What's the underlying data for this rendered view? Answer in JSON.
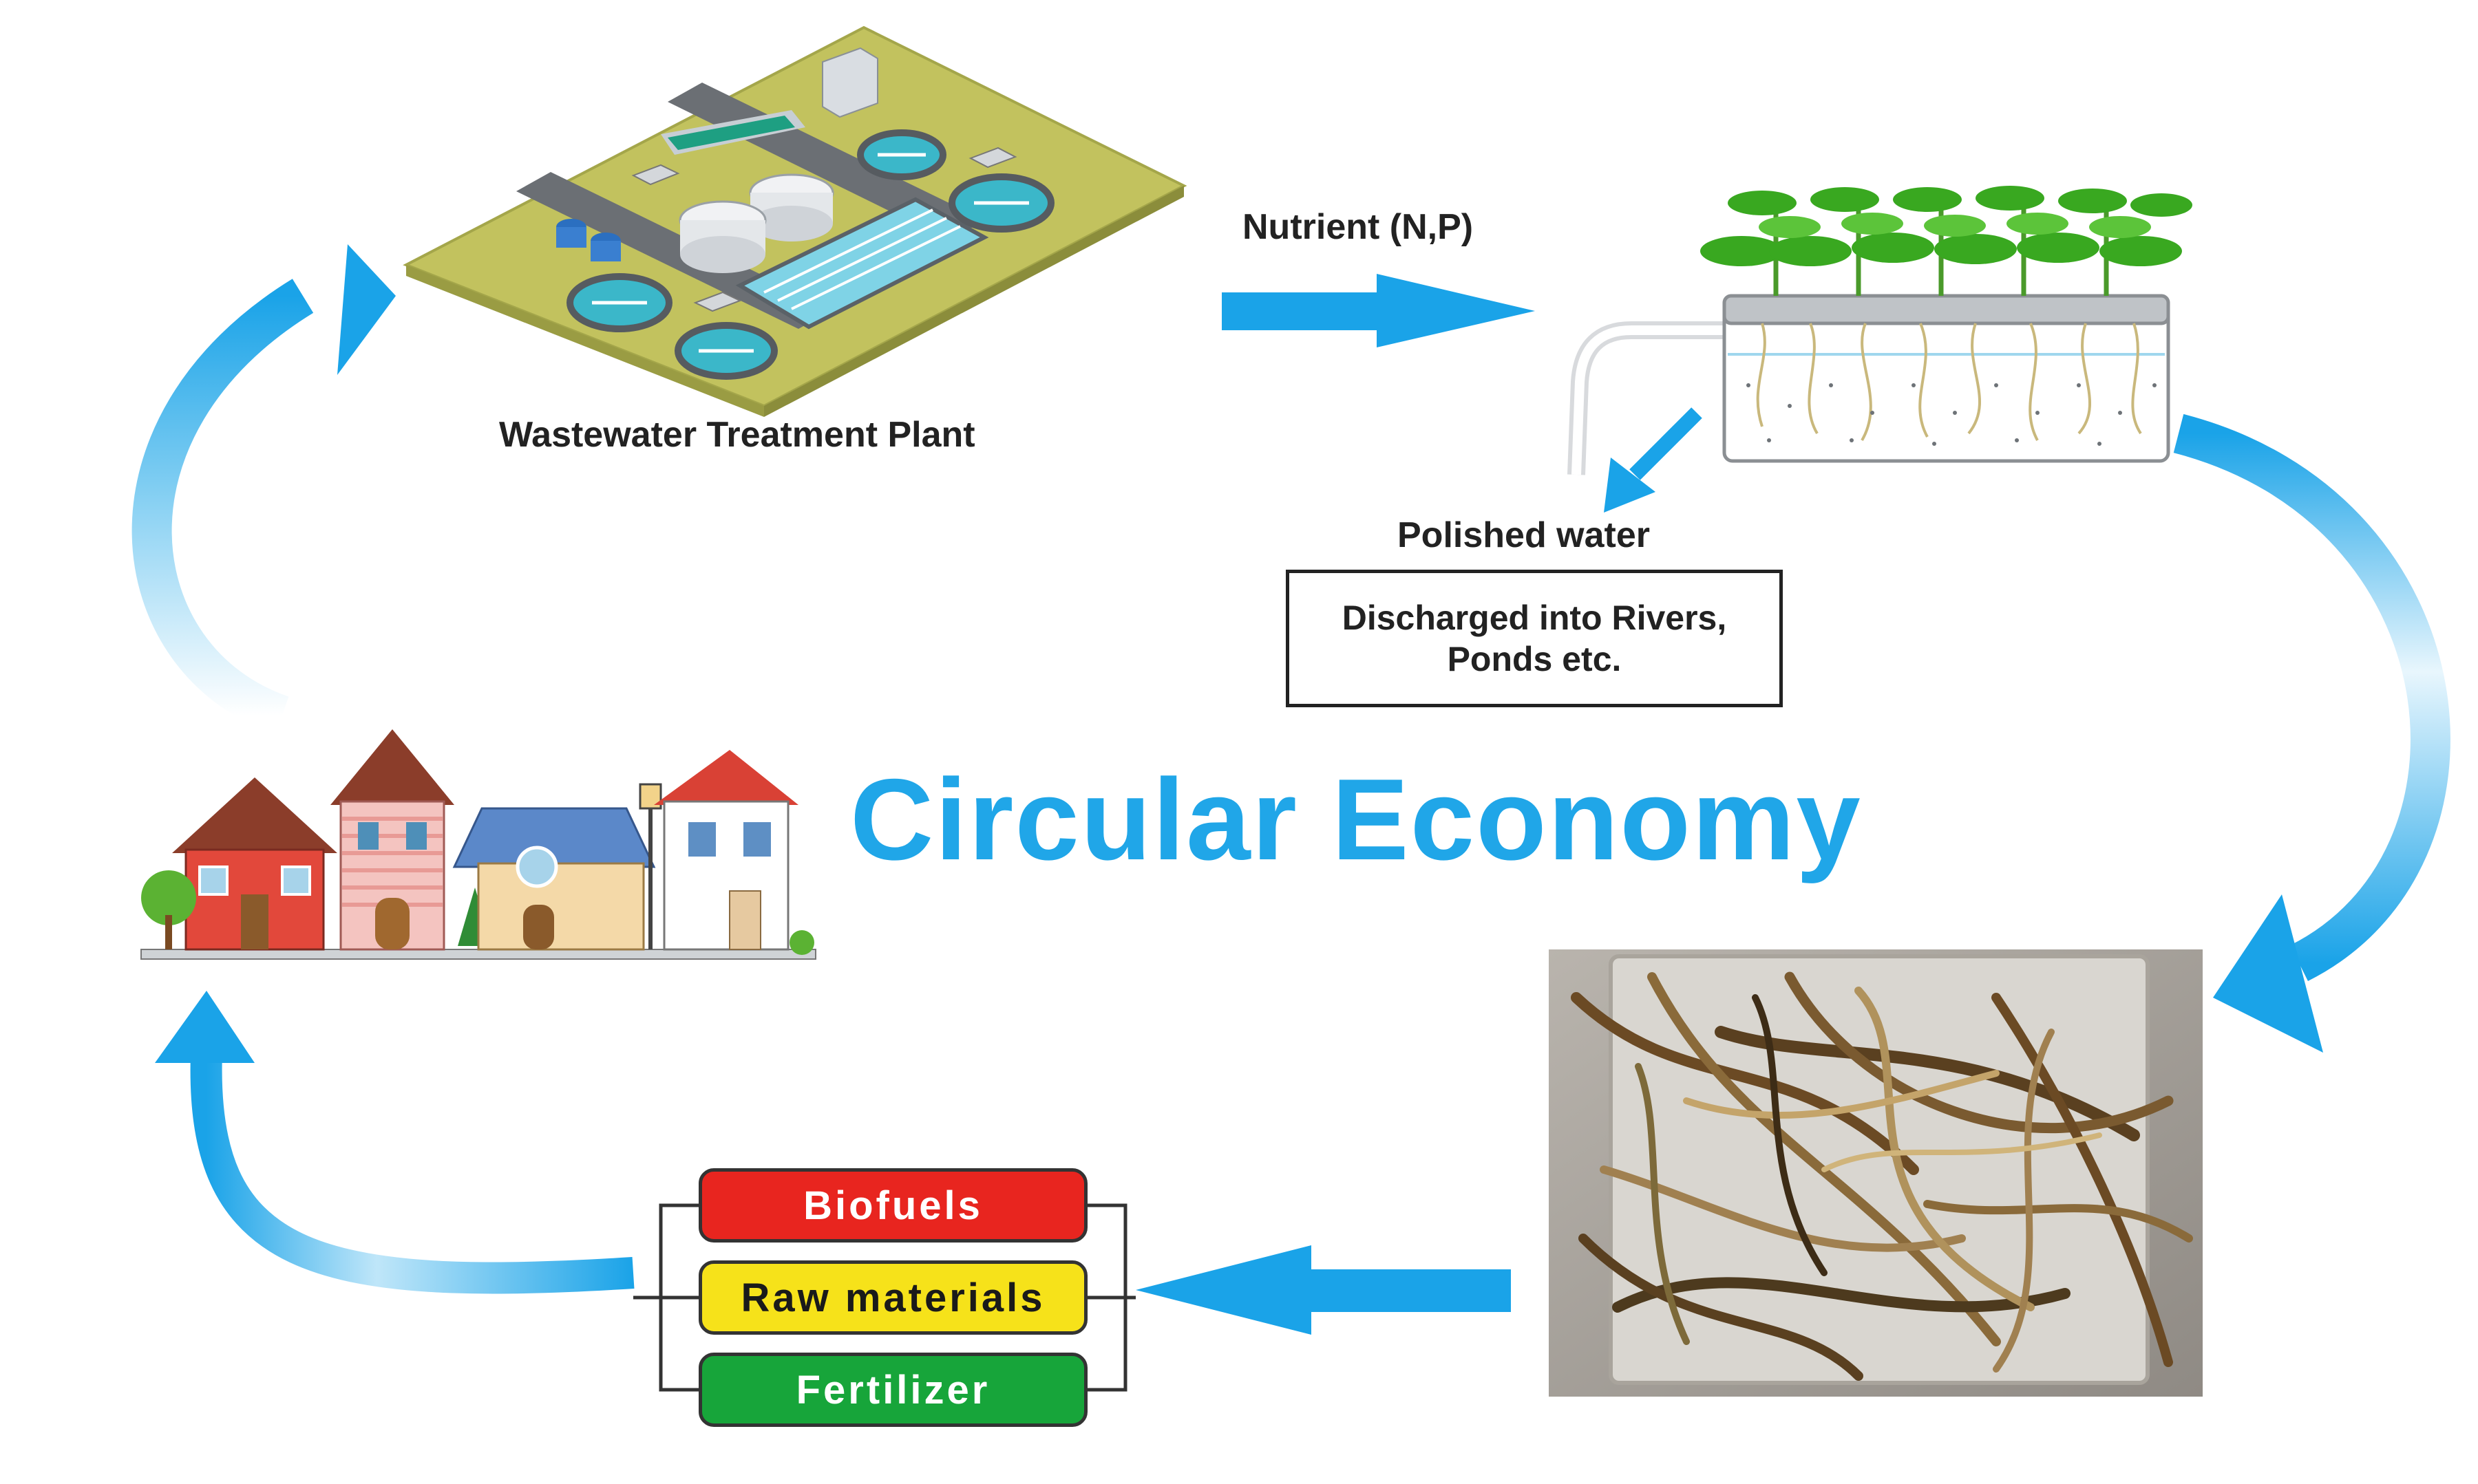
{
  "title": "Circular Economy",
  "nodes": {
    "plant_label": "Wastewater Treatment Plant",
    "nutrient_label": "Nutrient (N,P)",
    "polished_label": "Polished water",
    "discharge_line1": "Discharged into Rivers,",
    "discharge_line2": "Ponds etc."
  },
  "products": [
    {
      "label": "Biofuels",
      "color": "#e8251f",
      "text_color": "#ffffff"
    },
    {
      "label": "Raw materials",
      "color": "#f6e21a",
      "text_color": "#1a1a1a"
    },
    {
      "label": "Fertilizer",
      "color": "#17a53a",
      "text_color": "#ffffff"
    }
  ],
  "colors": {
    "arrow": "#1aa3e8",
    "title": "#20a6e8",
    "grass": "#c2c25e",
    "water": "#3bb7c9"
  },
  "icons": [
    "wastewater-plant-illustration",
    "hydroponic-plants-illustration",
    "dried-biomass-photo",
    "houses-illustration"
  ]
}
